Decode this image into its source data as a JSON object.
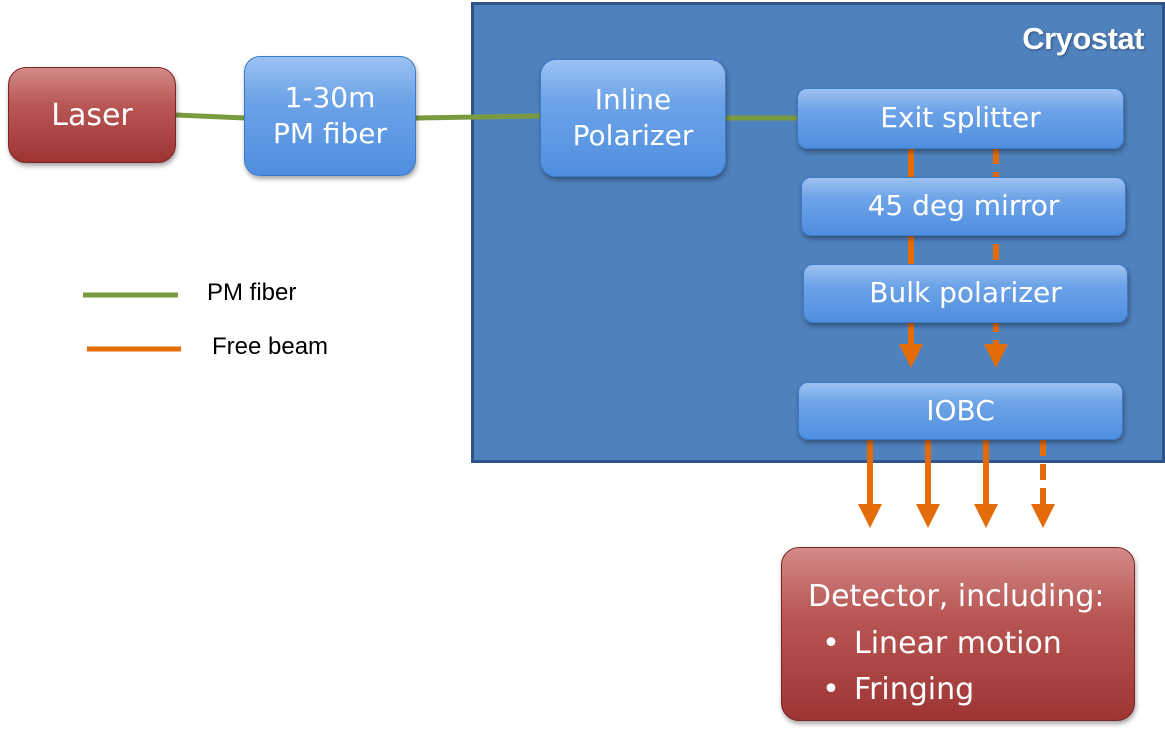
{
  "colors": {
    "fiber": "#7a9a3f",
    "beam": "#e36c09",
    "cryostat": "#4f81bd",
    "box_blue": "#5b9be8",
    "box_red": "#b04a48"
  },
  "cryostat": {
    "label": "Cryostat"
  },
  "nodes": {
    "laser": "Laser",
    "pm_fiber_box": [
      "1-30m",
      "PM fiber"
    ],
    "inline_polarizer": [
      "Inline",
      "Polarizer"
    ],
    "exit_splitter": "Exit splitter",
    "mirror": "45 deg mirror",
    "bulk_polarizer": "Bulk polarizer",
    "iobc": "IOBC"
  },
  "detector": {
    "title": "Detector, including:",
    "bullet": "•",
    "items": [
      "Linear motion",
      "Fringing"
    ]
  },
  "legend": {
    "pm_fiber": "PM fiber",
    "free_beam": "Free beam"
  }
}
